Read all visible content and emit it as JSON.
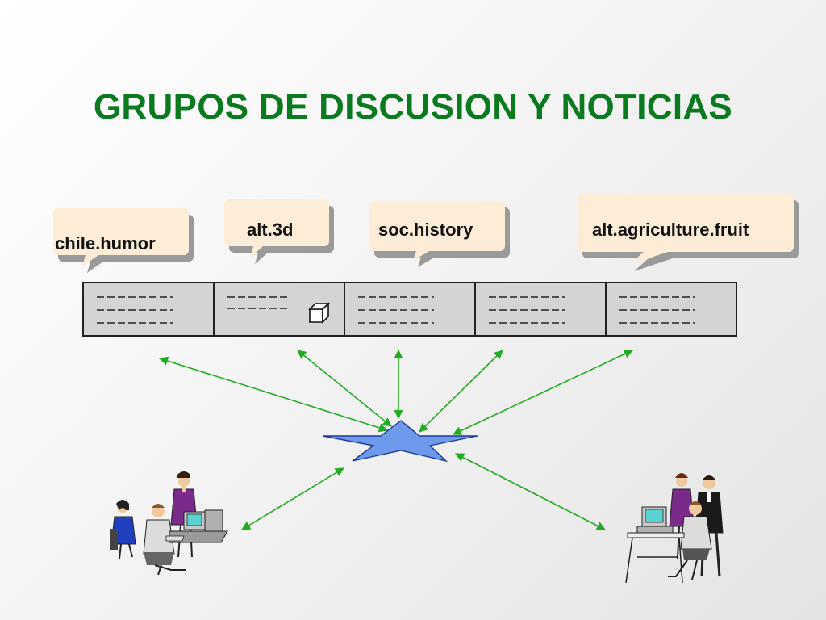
{
  "slide": {
    "title": "GRUPOS DE DISCUSION Y NOTICIAS",
    "title_color": "#0a7a1e"
  },
  "newsgroups": [
    {
      "label": "chile.humor"
    },
    {
      "label": "alt.3d"
    },
    {
      "label": "soc.history"
    },
    {
      "label": "alt.agriculture.fruit"
    }
  ],
  "colors": {
    "bubble_fill": "#fdecd6",
    "bubble_shadow": "#9a9a9a",
    "server_fill": "#d4d4d4",
    "arrow": "#22aa22",
    "star": "#6f99ea"
  },
  "icons": {
    "server": "news-server-rack",
    "hub": "star-hub-icon",
    "cube": "cube-icon",
    "left_users": "office-workers-icon",
    "right_users": "office-workers-icon"
  }
}
